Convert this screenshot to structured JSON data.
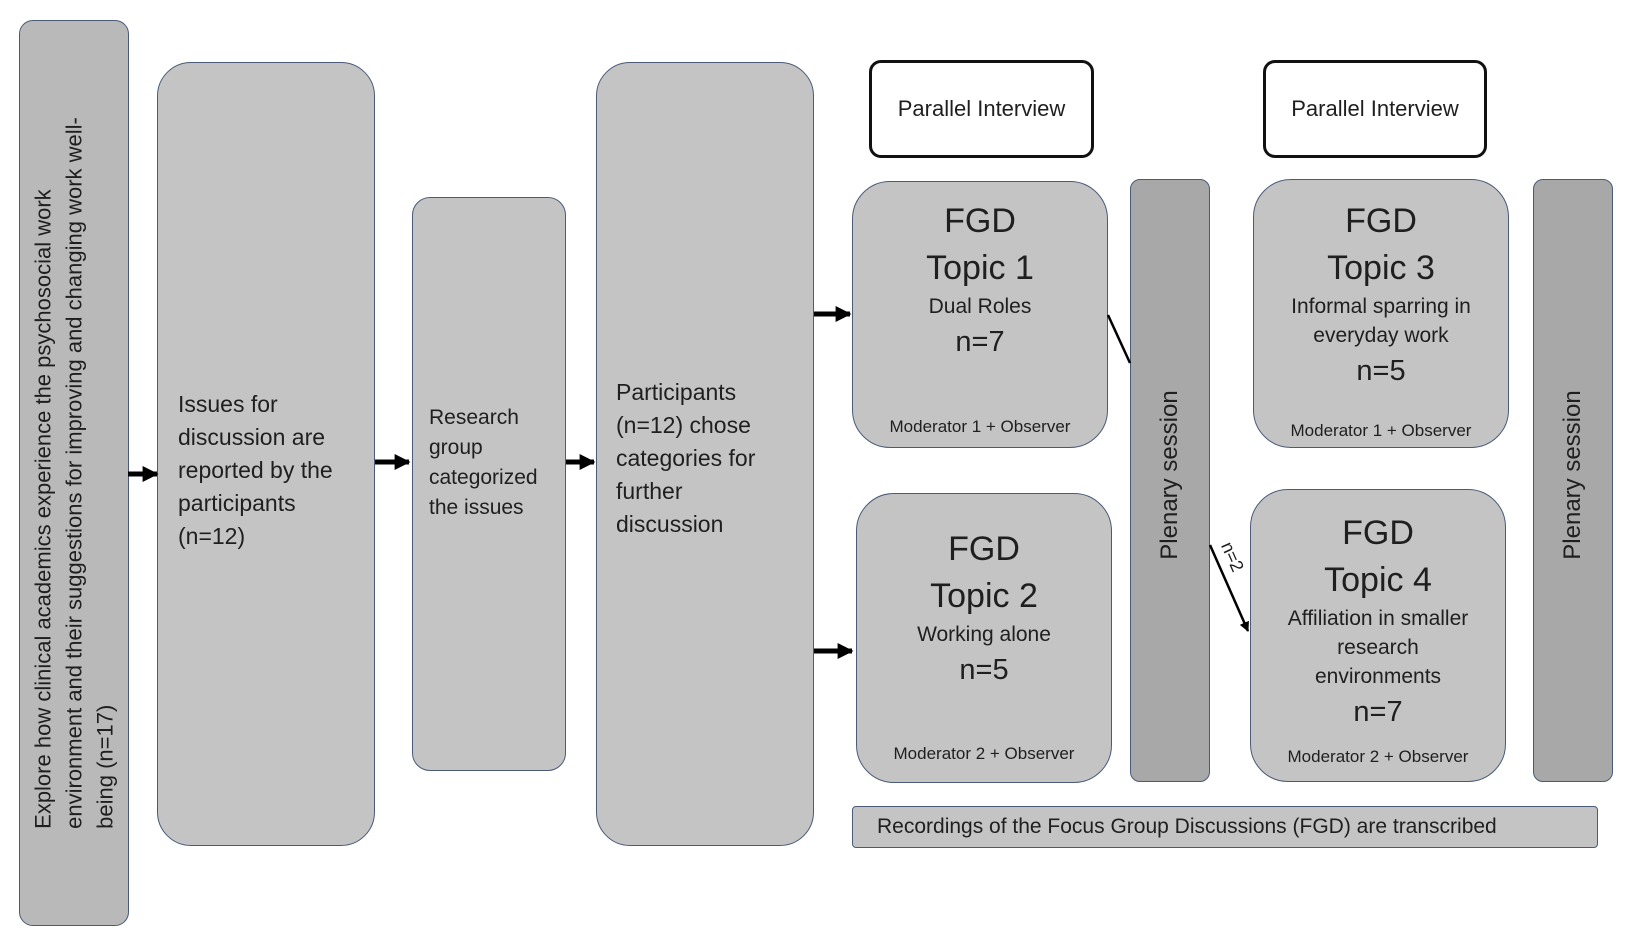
{
  "goal": "Explore how clinical academics experience the psychosocial work environment and their suggestions for improving and changing work well-being (n=17)",
  "goal_lines": [
    "Explore how clinical academics experience the psychosocial work",
    "environment and their suggestions for improving and changing work well-",
    "being (n=17)"
  ],
  "issues": [
    "Issues for",
    "discussion are",
    "reported by the",
    "participants",
    "(n=12)"
  ],
  "research": [
    "Research",
    "group",
    "categorized",
    "the issues"
  ],
  "participants": [
    "Participants",
    "(n=12) chose",
    "categories for",
    "further",
    "discussion"
  ],
  "parallel_interview_1": "Parallel Interview",
  "parallel_interview_2": "Parallel Interview",
  "fgd1": {
    "title": "FGD",
    "topic": "Topic 1",
    "desc": [
      "Dual Roles"
    ],
    "n": "n=7",
    "moderator": "Moderator 1 + Observer"
  },
  "fgd2": {
    "title": "FGD",
    "topic": "Topic 2",
    "desc": [
      "Working alone"
    ],
    "n": "n=5",
    "moderator": "Moderator 2 + Observer"
  },
  "fgd3": {
    "title": "FGD",
    "topic": "Topic 3",
    "desc": [
      "Informal sparring in",
      "everyday work"
    ],
    "n": "n=5",
    "moderator": "Moderator 1 + Observer"
  },
  "fgd4": {
    "title": "FGD",
    "topic": "Topic 4",
    "desc": [
      "Affiliation in smaller",
      "research",
      "environments"
    ],
    "n": "n=7",
    "moderator": "Moderator 2 + Observer"
  },
  "plenary_1": "Plenary session",
  "plenary_2": "Plenary session",
  "transfer_label": "n=2",
  "recordings": "Recordings of the Focus Group Discussions (FGD) are transcribed",
  "colors": {
    "box_fill": "#c4c4c4",
    "plenary_fill": "#a8a8a8",
    "outline": "#4a5a78",
    "arrow": "#000000"
  }
}
